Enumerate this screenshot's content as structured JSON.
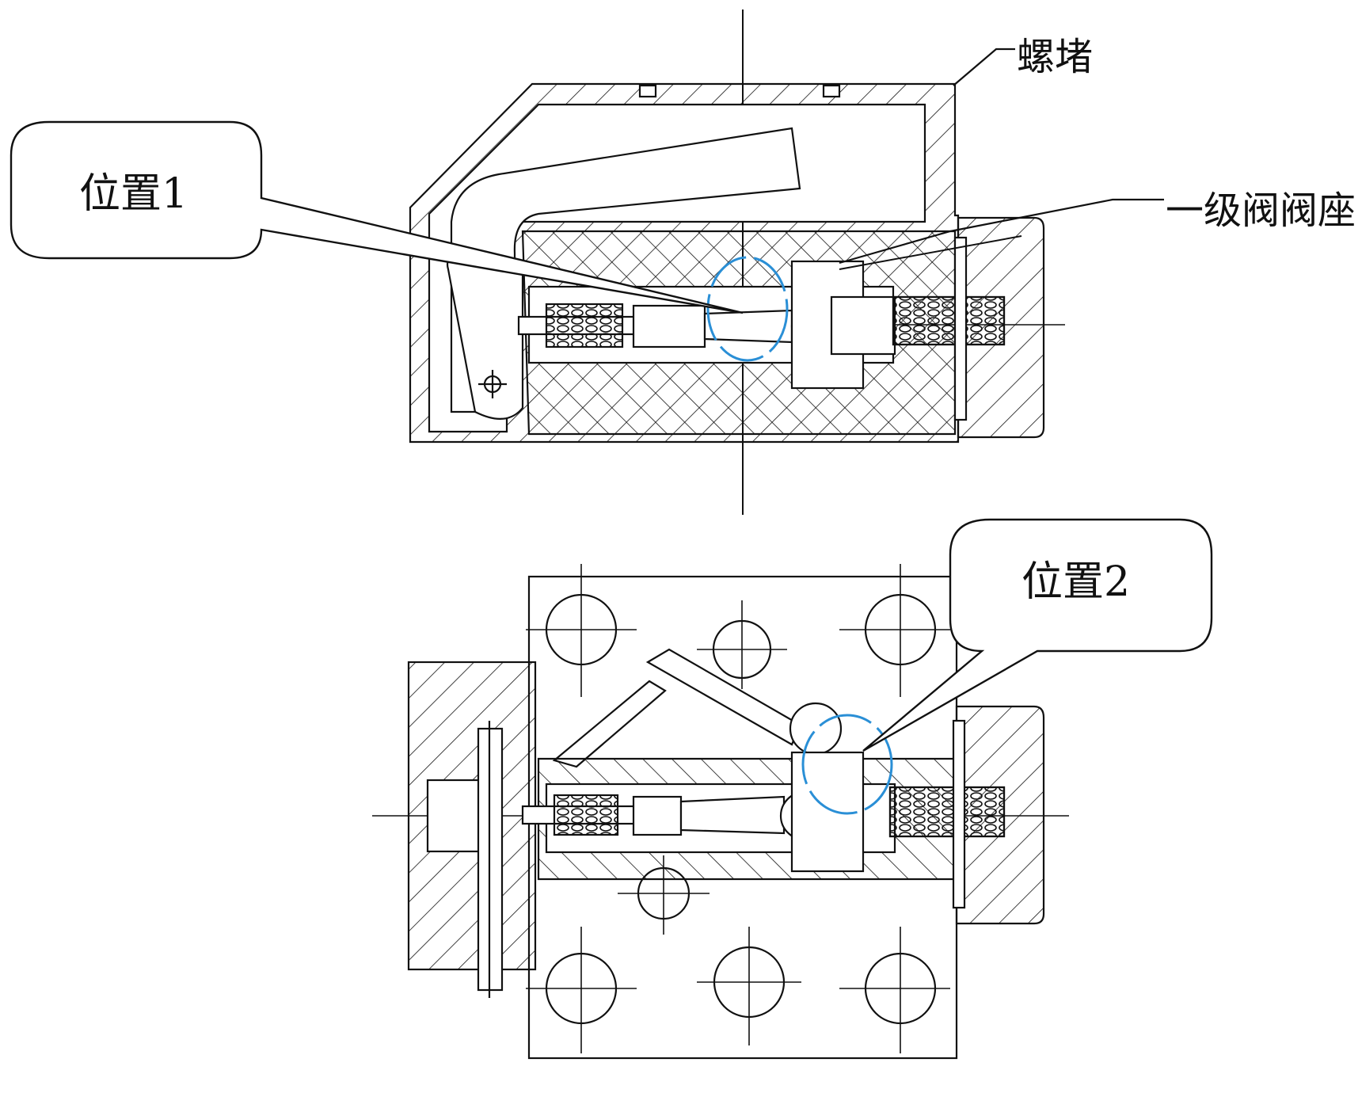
{
  "labels": {
    "plug": "螺堵",
    "seat": "一级阀阀座",
    "position1": "位置1",
    "position2": "位置2"
  },
  "colors": {
    "line": "#111111",
    "highlight": "#2a8fd6",
    "background": "#ffffff"
  }
}
